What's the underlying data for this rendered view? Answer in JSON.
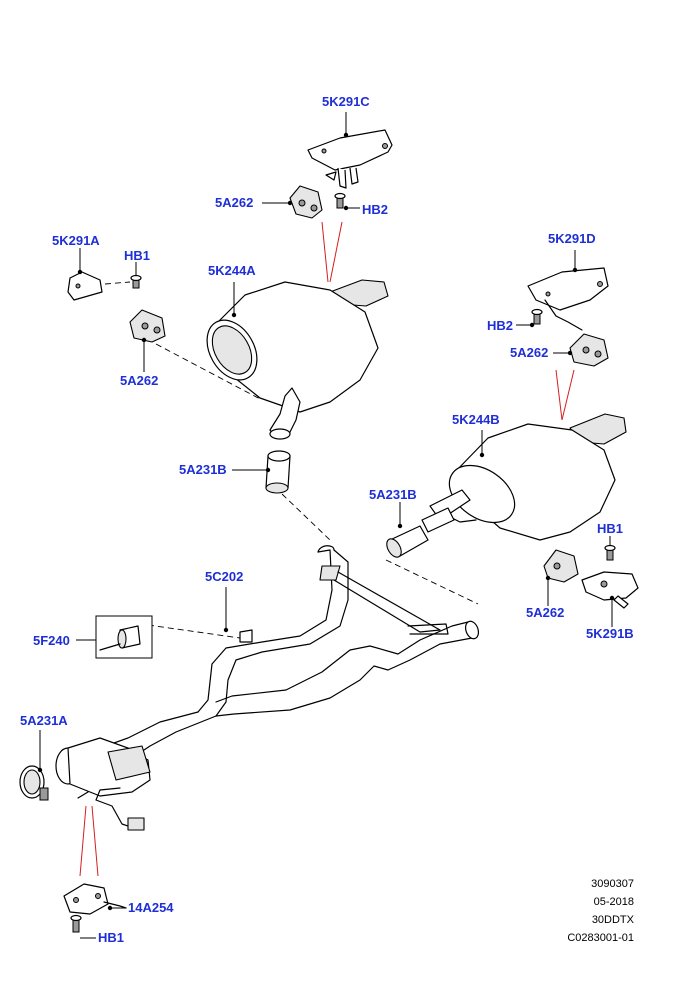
{
  "callouts": {
    "c_5k291c": "5K291C",
    "c_5a262_top": "5A262",
    "c_hb2_top": "HB2",
    "c_5k291a": "5K291A",
    "c_hb1_left": "HB1",
    "c_5k244a": "5K244A",
    "c_5a262_left": "5A262",
    "c_5k291d": "5K291D",
    "c_hb2_right": "HB2",
    "c_5a262_right": "5A262",
    "c_5k244b": "5K244B",
    "c_5a231b_left": "5A231B",
    "c_5a231b_right": "5A231B",
    "c_hb1_right": "HB1",
    "c_5c202": "5C202",
    "c_5f240": "5F240",
    "c_5a262_bottom": "5A262",
    "c_5k291b": "5K291B",
    "c_5a231a": "5A231A",
    "c_14a254": "14A254",
    "c_hb1_bottom": "HB1"
  },
  "meta": {
    "line1": "3090307",
    "line2": "05-2018",
    "line3": "30DDTX",
    "line4": "C0283001-01"
  },
  "colors": {
    "callout": "#1f2fd6",
    "red_leader": "#d41f1f"
  }
}
